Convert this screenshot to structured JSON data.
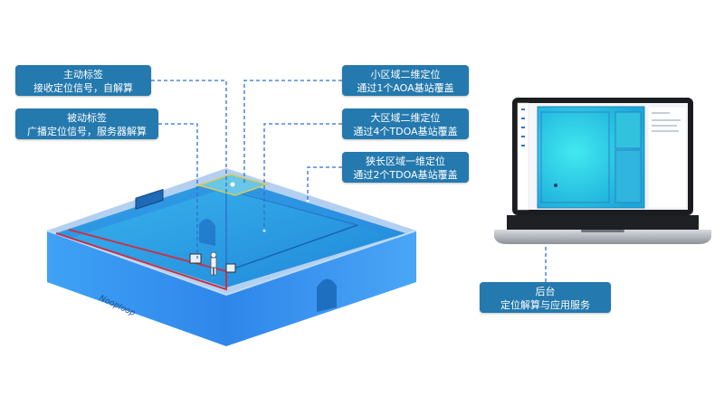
{
  "callouts": {
    "active_tag": {
      "line1": "主动标签",
      "line2": "接收定位信号，自解算"
    },
    "passive_tag": {
      "line1": "被动标签",
      "line2": "广播定位信号，服务器解算"
    },
    "small_area": {
      "line1": "小区域二维定位",
      "line2": "通过1个AOA基站覆盖"
    },
    "large_area": {
      "line1": "大区域二维定位",
      "line2": "通过4个TDOA基站覆盖"
    },
    "narrow_area": {
      "line1": "狭长区域一维定位",
      "line2": "通过2个TDOA基站覆盖"
    },
    "backend": {
      "line1": "后台",
      "line2": "定位解算与应用服务"
    }
  },
  "logo_text": "Nooploop",
  "colors": {
    "callout_bg": "#2479ae",
    "wall": "#2f8ff0",
    "floor": "#2aa9e6",
    "dashed_line": "#2f6fd6",
    "red_zone": "#c8324a",
    "yellow_zone": "#d8c85a"
  }
}
